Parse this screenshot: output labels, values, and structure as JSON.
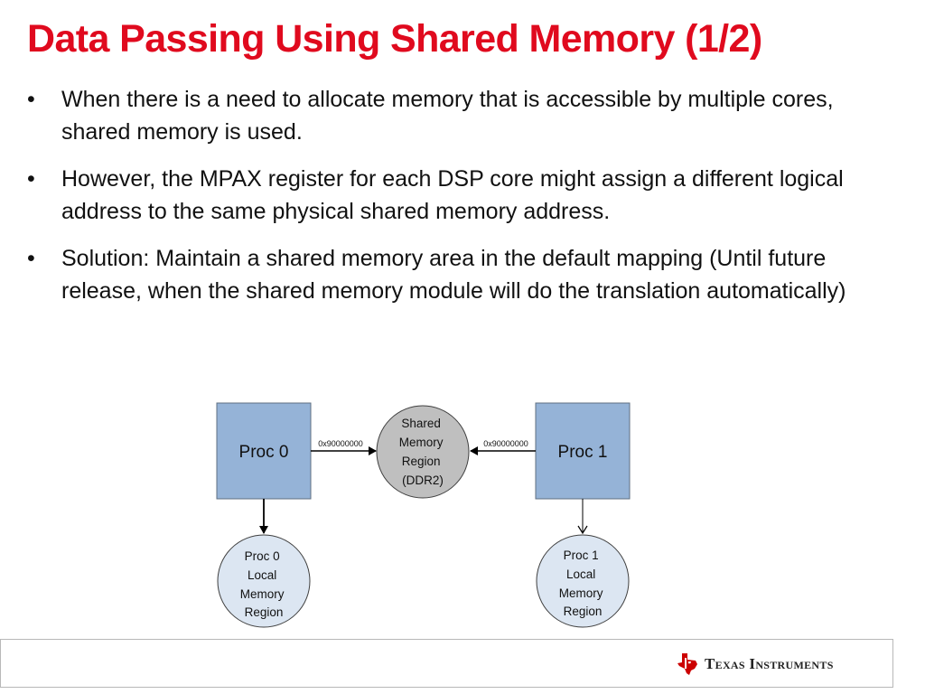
{
  "title": "Data Passing Using Shared Memory (1/2)",
  "bullets": [
    "When there is a need to allocate memory that is accessible by multiple cores, shared memory is used.",
    "However, the MPAX register for each DSP core might assign a different logical address to the same physical shared memory address.",
    "Solution: Maintain a shared memory area in the default mapping (Until future release, when the shared memory module will do the translation automatically)"
  ],
  "bullet_marker": "•",
  "diagram": {
    "proc0": "Proc 0",
    "proc1": "Proc 1",
    "shared": [
      "Shared",
      "Memory",
      "Region",
      "(DDR2)"
    ],
    "left_addr": "0x90000000",
    "right_addr": "0x90000000",
    "local0": [
      "Proc 0",
      "Local",
      "Memory",
      "Region"
    ],
    "local1": [
      "Proc 1",
      "Local",
      "Memory",
      "Region"
    ]
  },
  "footer": {
    "logo_text": "Texas Instruments",
    "logo_icon": "texas-state-icon"
  },
  "colors": {
    "title": "#e00a1e",
    "proc_box": "#95b3d7",
    "shared_circle": "#bfbfbf",
    "local_circle": "#dce6f2",
    "logo_red": "#cc0000"
  }
}
